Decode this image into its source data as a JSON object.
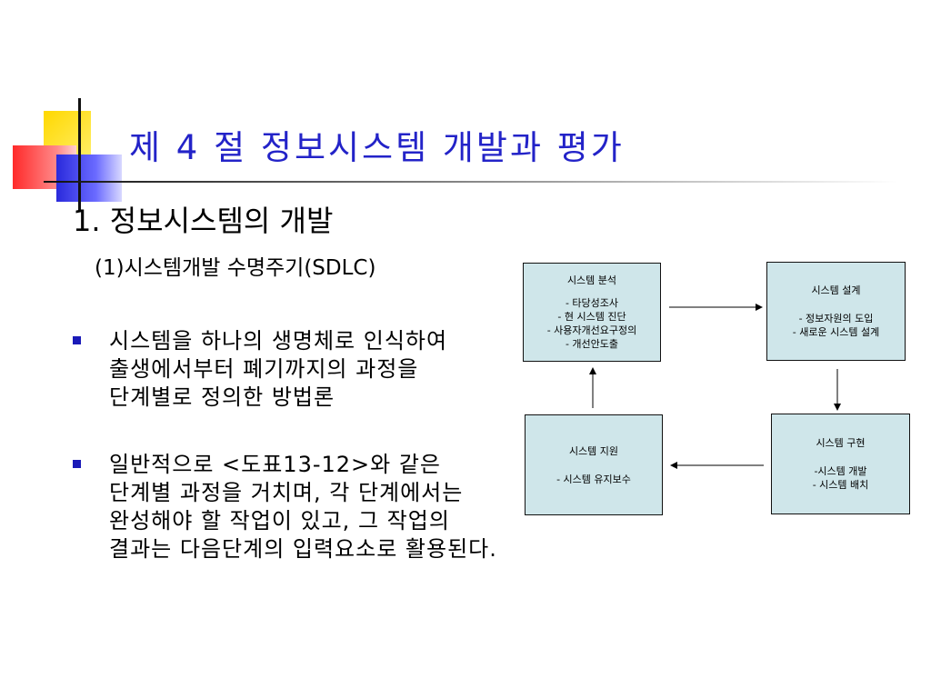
{
  "slide": {
    "title": "제 4 절 정보시스템 개발과 평가",
    "heading": "1. 정보시스템의 개발",
    "subheading": "(1)시스템개발 수명주기(SDLC)",
    "bullets": [
      "시스템을 하나의 생명체로 인식하여 출생에서부터 폐기까지의 과정을 단계별로 정의한 방법론",
      "일반적으로 <도표13-12>와 같은 단계별 과정을 거치며, 각 단계에서는 완성해야 할 작업이 있고, 그 작업의 결과는 다음단계의 입력요소로 활용된다."
    ]
  },
  "diagram": {
    "analysis": {
      "title": "시스템 분석",
      "items": [
        "- 타당성조사",
        "- 현 시스템 진단",
        "- 사용자개선요구정의",
        "- 개선안도출"
      ]
    },
    "design": {
      "title": "시스템 설계",
      "items": [
        "- 정보자원의 도입",
        "- 새로운 시스템 설계"
      ]
    },
    "implementation": {
      "title": "시스템 구현",
      "items": [
        "-시스템 개발",
        "- 시스템 배치"
      ]
    },
    "support": {
      "title": "시스템 지원",
      "items": [
        "- 시스템 유지보수"
      ]
    }
  },
  "colors": {
    "title": "#2323c8",
    "box_fill": "#cfe6ea",
    "bullet": "#1a1ab8"
  }
}
